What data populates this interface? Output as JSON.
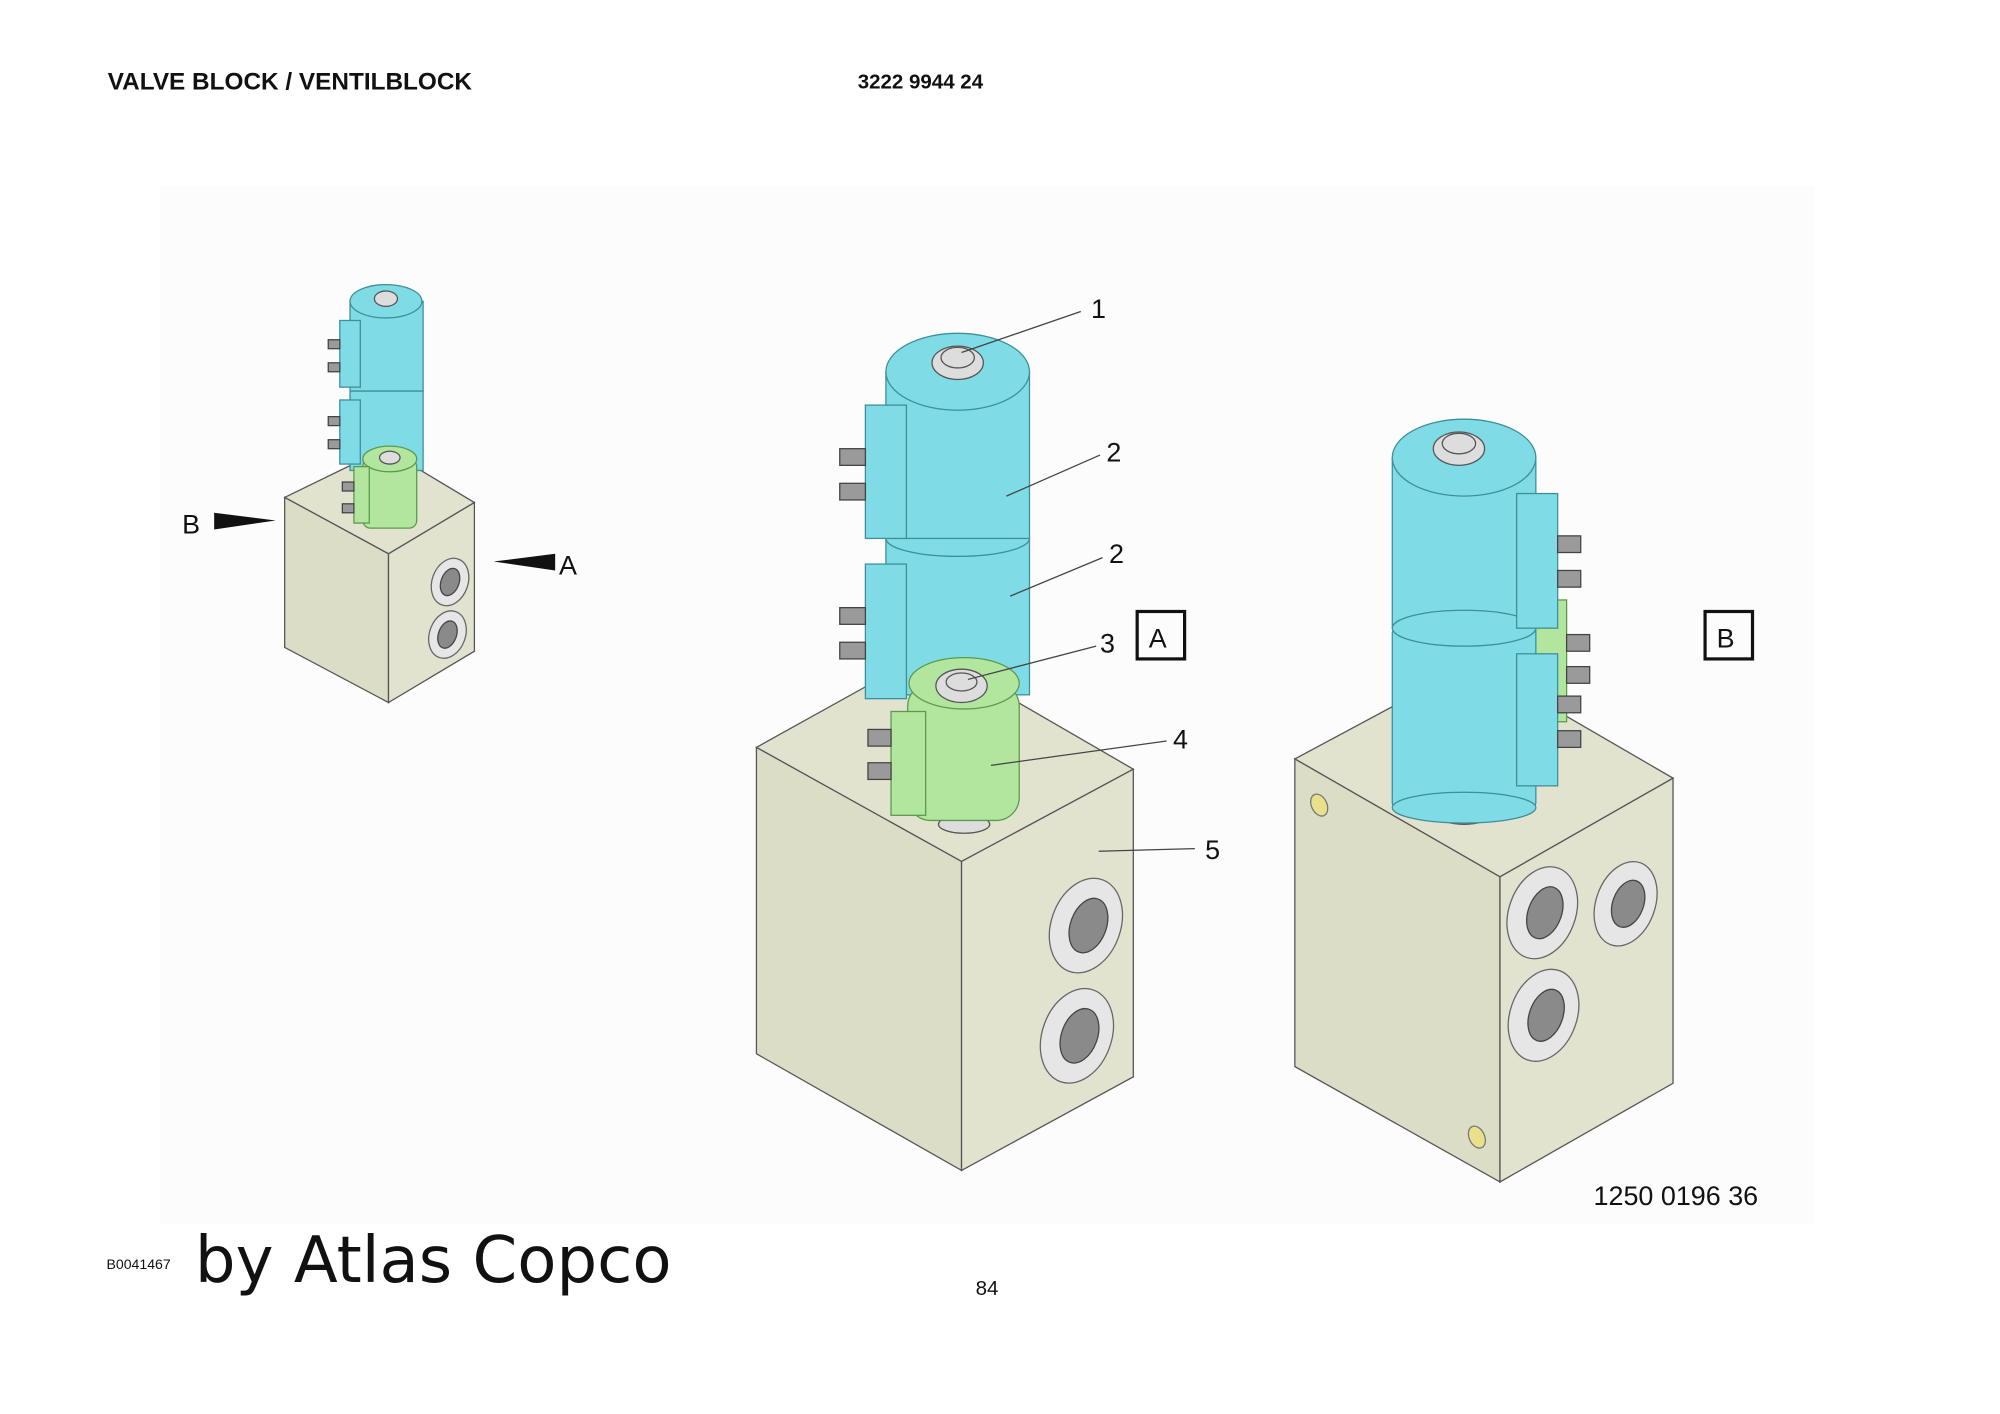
{
  "header": {
    "title": "VALVE BLOCK / VENTILBLOCK",
    "part_number": "3222 9944 24"
  },
  "drawing": {
    "view_labels": {
      "arrow_b": "B",
      "arrow_a": "A",
      "box_a": "A",
      "box_b": "B"
    },
    "callouts": [
      "1",
      "2",
      "2",
      "3",
      "4",
      "5"
    ],
    "drawing_number": "1250 0196 36",
    "colors": {
      "block": "#e2e3cf",
      "coil": "#7fdbe5",
      "small_coil": "#b2e59e"
    }
  },
  "footer": {
    "doc_code": "B0041467",
    "watermark": "by Atlas Copco",
    "page_number": "84"
  }
}
